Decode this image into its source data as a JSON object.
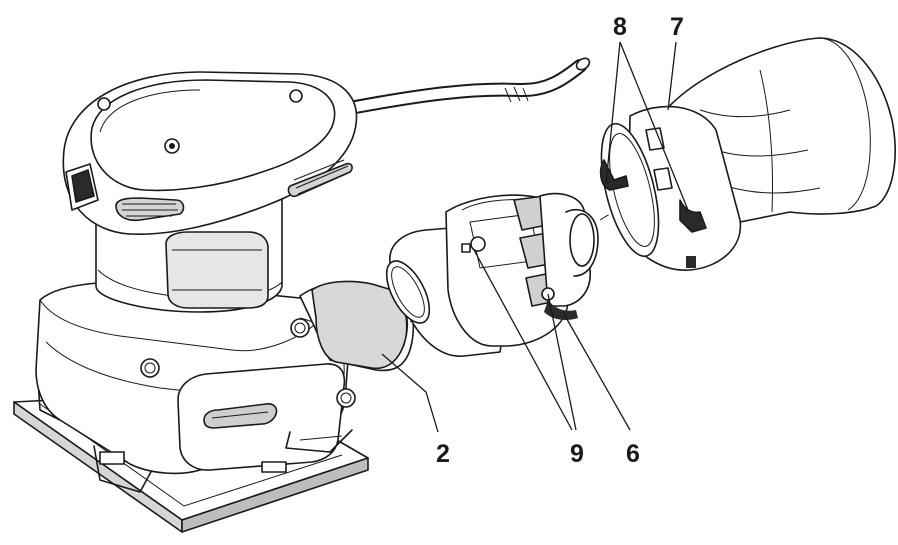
{
  "callouts": {
    "c2": "2",
    "c6": "6",
    "c7": "7",
    "c8": "8",
    "c9": "9"
  },
  "colors": {
    "line": "#1a1a1a",
    "body_fill": "#ffffff",
    "shade_light": "#e8e8e8",
    "shade_mid": "#d2d2d2",
    "shade_dark": "#a8a8a8",
    "dark": "#2a2a2a"
  }
}
